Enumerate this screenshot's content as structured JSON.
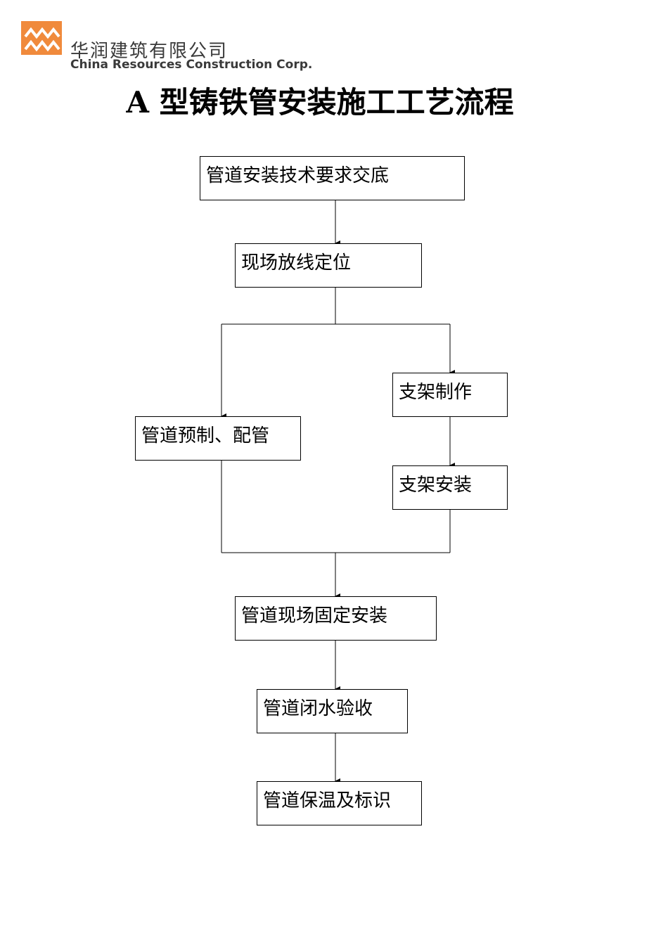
{
  "logo": {
    "company_cn": "华润建筑有限公司",
    "company_en": "China Resources Construction Corp.",
    "brand_color": "#f08a3c"
  },
  "title": "A 型铸铁管安装施工工艺流程",
  "steps": {
    "s1": "管道安装技术要求交底",
    "s2": "现场放线定位",
    "s3": "支架制作",
    "s4": "管道预制、配管",
    "s5": "支架安装",
    "s6": "管道现场固定安装",
    "s7": "管道闭水验收",
    "s8": "管道保温及标识"
  }
}
